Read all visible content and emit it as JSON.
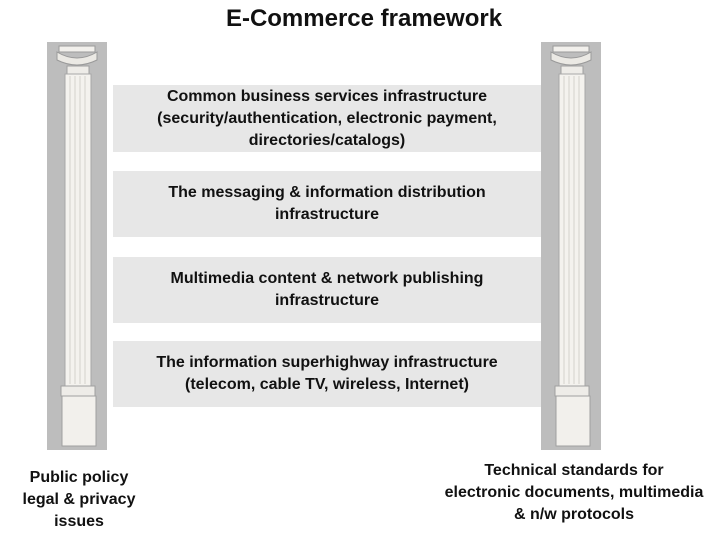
{
  "title": "E-Commerce framework",
  "layers": [
    {
      "text": "Common business services infrastructure\n(security/authentication, electronic payment,\ndirectories/catalogs)"
    },
    {
      "text": "The messaging & information distribution\ninfrastructure"
    },
    {
      "text": "Multimedia content & network publishing\ninfrastructure"
    },
    {
      "text": "The information superhighway infrastructure\n(telecom, cable TV, wireless, Internet)"
    }
  ],
  "pillars": {
    "left_caption": "Public policy\nlegal & privacy\nissues",
    "right_caption": "Technical standards for\nelectronic documents, multimedia\n& n/w protocols"
  },
  "colors": {
    "pillar_background": "#bdbdbd",
    "column_stone": "#f2f0ec",
    "layer_background": "#e7e7e7"
  }
}
